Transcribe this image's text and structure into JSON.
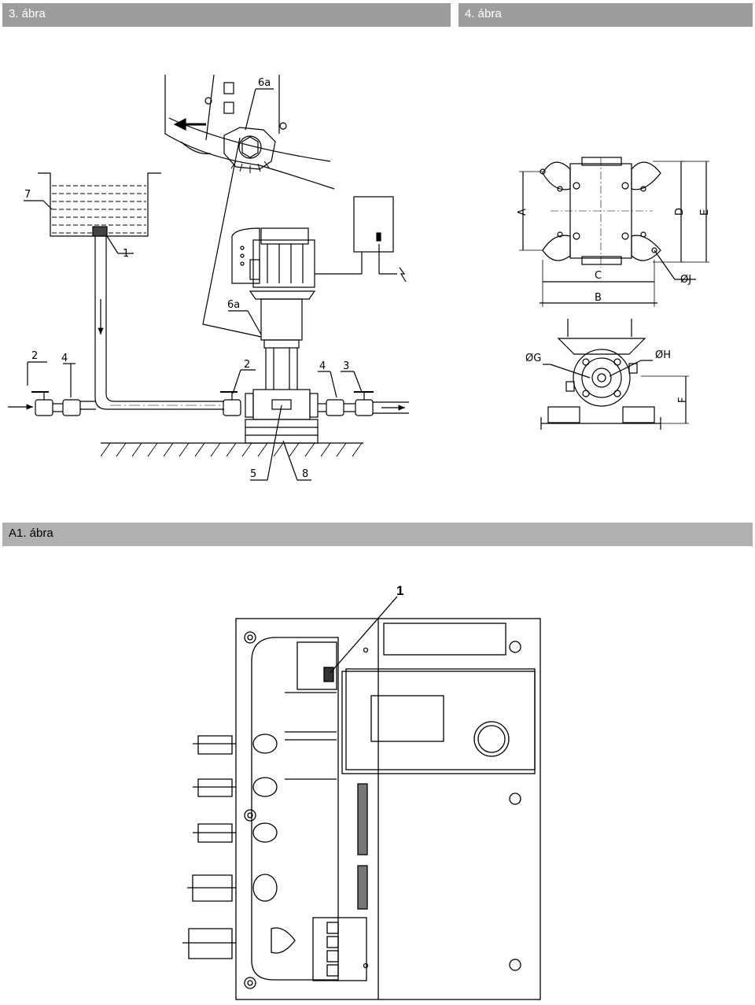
{
  "headers": {
    "fig3": "3. ábra",
    "fig4": "4. ábra",
    "figA1": "A1. ábra"
  },
  "fig3_labels": {
    "l7": "7",
    "l1": "1",
    "l6a_top": "6a",
    "l6a_mid": "6a",
    "l2_left": "2",
    "l4_left": "4",
    "l2_right": "2",
    "l4_right": "4",
    "l3": "3",
    "l5": "5",
    "l8": "8"
  },
  "fig4_labels": {
    "A": "A",
    "B": "B",
    "C": "C",
    "D": "D",
    "E": "E",
    "F": "F",
    "G": "ØG",
    "H": "ØH",
    "J": "ØJ"
  },
  "figA1_labels": {
    "l1": "1"
  }
}
